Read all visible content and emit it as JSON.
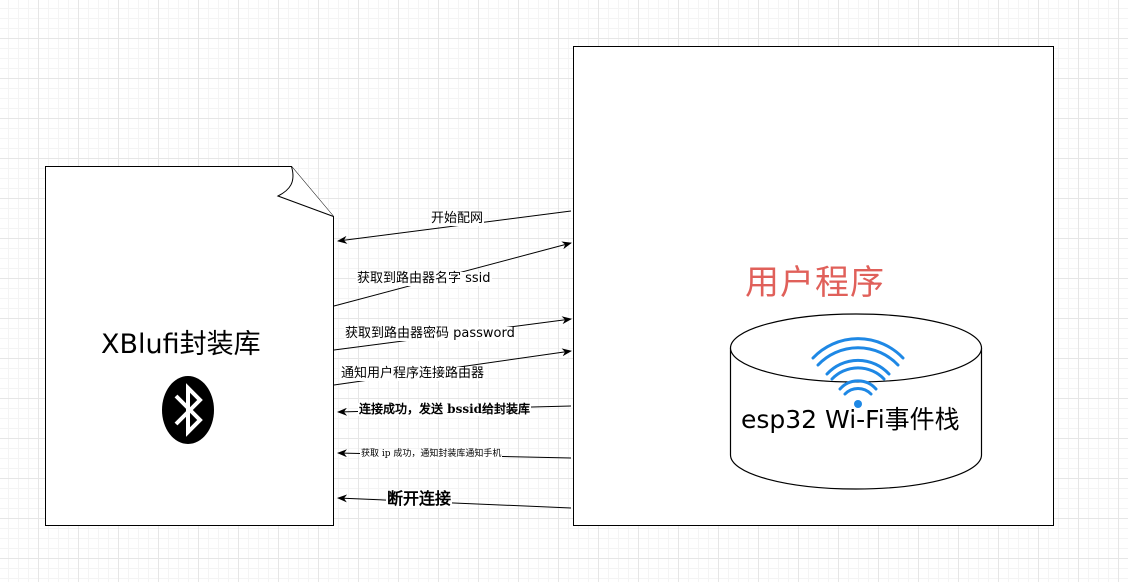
{
  "library": {
    "title": "XBlufi封装库",
    "icon": "bluetooth-icon"
  },
  "app": {
    "title": "用户程序",
    "title_color": "#e0605a"
  },
  "stack": {
    "title": "esp32 Wi-Fi事件栈",
    "icon": "wifi-icon",
    "icon_color": "#1e88e5"
  },
  "messages": [
    {
      "label": "开始配网",
      "direction": "to-library"
    },
    {
      "label": "获取到路由器名字 ssid",
      "direction": "to-app"
    },
    {
      "label": "获取到路由器密码 password",
      "direction": "to-app"
    },
    {
      "label": "通知用户程序连接路由器",
      "direction": "to-app"
    },
    {
      "label": "连接成功，发送 bssid给封装库",
      "direction": "to-library"
    },
    {
      "label": "获取 ip 成功，通知封装库通知手机",
      "direction": "to-library"
    },
    {
      "label": "断开连接",
      "direction": "to-library"
    }
  ]
}
